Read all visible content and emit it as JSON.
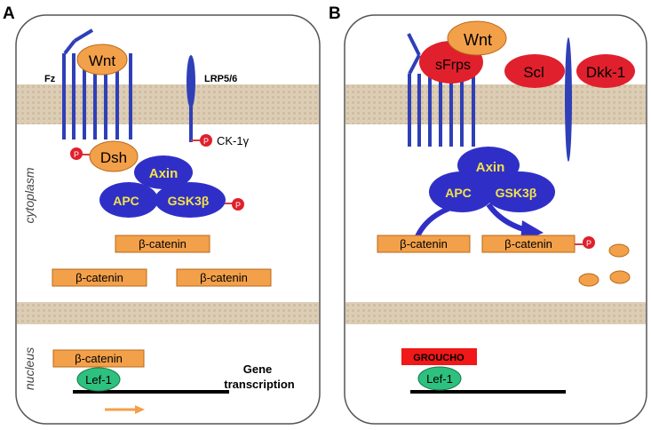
{
  "panels": {
    "a": {
      "letter": "A",
      "fz": "Fz",
      "wnt": "Wnt",
      "lrp": "LRP5/6",
      "p": "P",
      "dsh": "Dsh",
      "ck1": "CK-1γ",
      "axin": "Axin",
      "apc": "APC",
      "gsk": "GSK3β",
      "cytoplasm": "cytoplasm",
      "bcat": "β-catenin",
      "nucleus": "nucleus",
      "lef": "Lef-1",
      "gene1": "Gene",
      "gene2": "transcription"
    },
    "b": {
      "letter": "B",
      "wnt": "Wnt",
      "sfrps": "sFrps",
      "scl": "Scl",
      "dkk": "Dkk-1",
      "axin": "Axin",
      "apc": "APC",
      "gsk": "GSK3β",
      "bcat": "β-catenin",
      "p": "P",
      "groucho": "GROUCHO",
      "lef": "Lef-1"
    }
  },
  "colors": {
    "membrane": "#d9ccb6",
    "receptor": "#2f3fb8",
    "orange": "#f3a04a",
    "axin_blue": "#2f2fc8",
    "label_yellow": "#f3e24a",
    "phospho_red": "#e0202c",
    "lef_green": "#2ec07e",
    "groucho_red": "#f01818"
  }
}
